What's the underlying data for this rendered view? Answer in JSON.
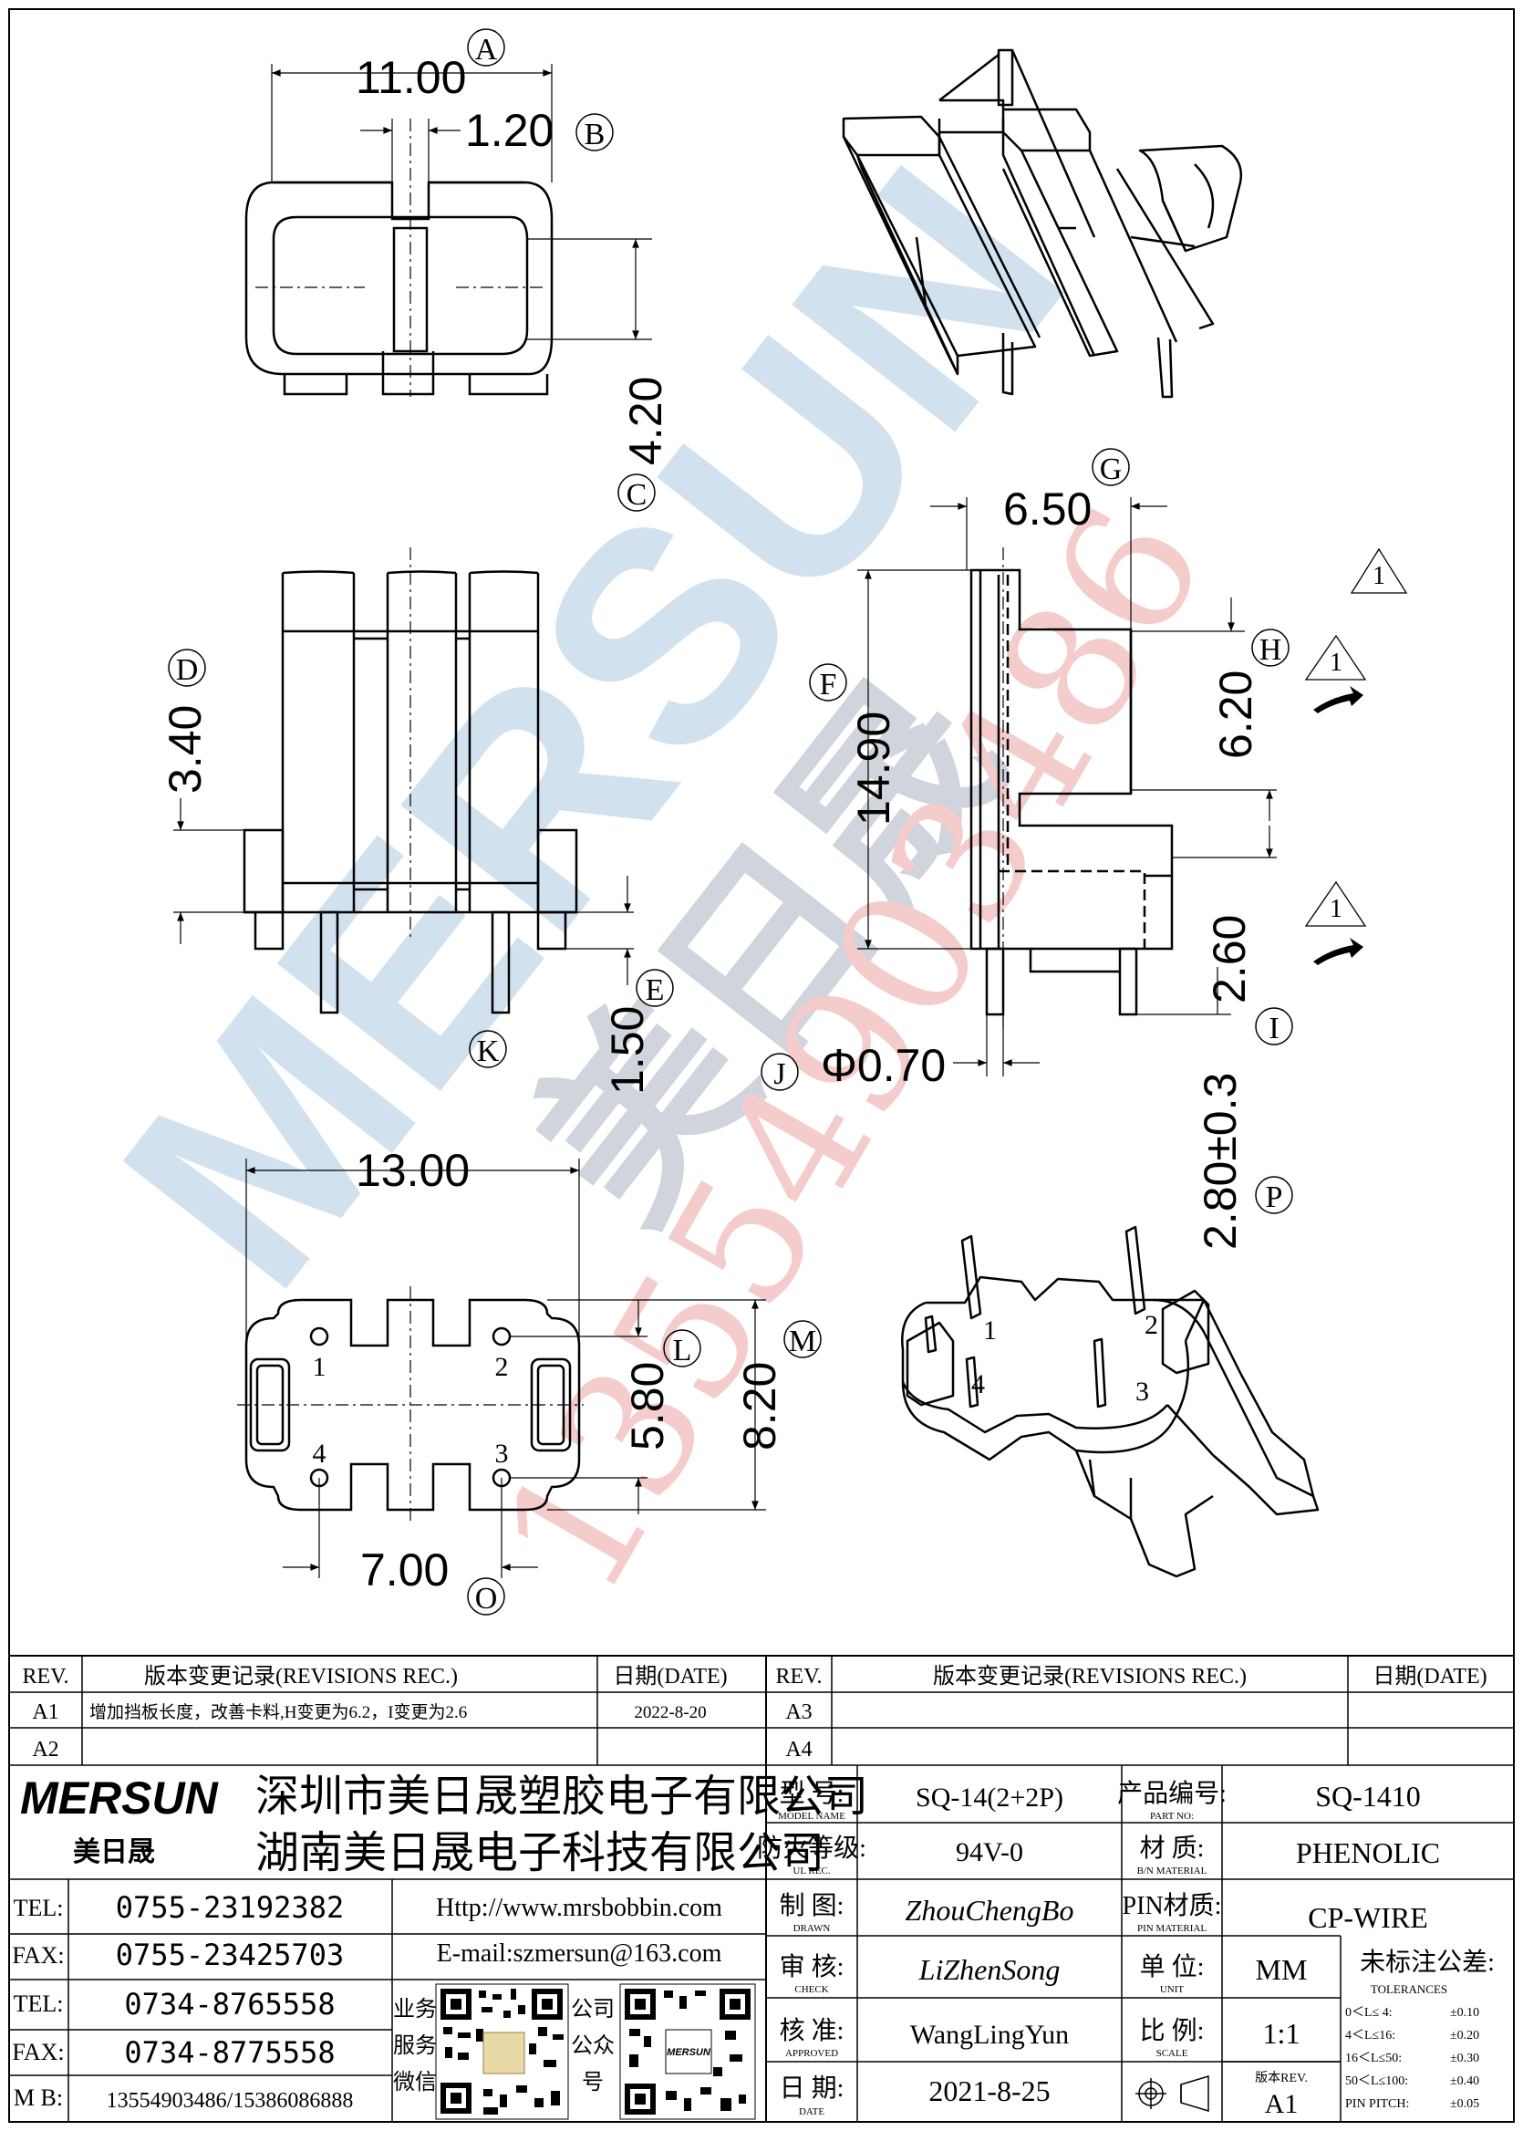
{
  "dimensions": {
    "A": {
      "value": "11.00",
      "tag": "A"
    },
    "B": {
      "value": "1.20",
      "tag": "B"
    },
    "C": {
      "value": "4.20",
      "tag": "C"
    },
    "D": {
      "value": "3.40",
      "tag": "D"
    },
    "E": {
      "value": "1.50",
      "tag": "E"
    },
    "F": {
      "value": "14.90",
      "tag": "F"
    },
    "G": {
      "value": "6.50",
      "tag": "G"
    },
    "H": {
      "value": "6.20",
      "tag": "H"
    },
    "I": {
      "value": "2.60",
      "tag": "I"
    },
    "J": {
      "value": "Φ0.70",
      "tag": "J"
    },
    "K": {
      "value": "13.00",
      "tag": "K"
    },
    "L": {
      "value": "5.80",
      "tag": "L"
    },
    "M": {
      "value": "8.20",
      "tag": "M"
    },
    "O": {
      "value": "7.00",
      "tag": "O"
    },
    "P": {
      "value": "2.80±0.3",
      "tag": "P"
    }
  },
  "rev_triangle": "1",
  "pins": [
    "1",
    "2",
    "3",
    "4"
  ],
  "watermark": {
    "brand": "MERSUN",
    "cn": "美日晟",
    "phone": "13554903486"
  },
  "revisions_left": {
    "h_rev": "REV.",
    "h_rec": "版本变更记录(REVISIONS REC.)",
    "h_date": "日期(DATE)",
    "rows": [
      {
        "rev": "A1",
        "rec": "增加挡板长度，改善卡料,H变更为6.2，I变更为2.6",
        "date": "2022-8-20"
      },
      {
        "rev": "A2",
        "rec": "",
        "date": ""
      }
    ]
  },
  "revisions_right": {
    "h_rev": "REV.",
    "h_rec": "版本变更记录(REVISIONS REC.)",
    "h_date": "日期(DATE)",
    "rows": [
      {
        "rev": "A3",
        "rec": "",
        "date": ""
      },
      {
        "rev": "A4",
        "rec": "",
        "date": ""
      }
    ]
  },
  "company": {
    "logo": "MERSUN",
    "logo_cn": "美日晟",
    "name1": "深圳市美日晟塑胶电子有限公司",
    "name2": "湖南美日晟电子科技有限公司"
  },
  "contacts": [
    {
      "label": "TEL:",
      "value": "0755-23192382"
    },
    {
      "label": "FAX:",
      "value": "0755-23425703"
    },
    {
      "label": "TEL:",
      "value": "0734-8765558"
    },
    {
      "label": "FAX:",
      "value": "0734-8775558"
    },
    {
      "label": "M B:",
      "value": "13554903486/15386086888"
    }
  ],
  "web": "Http://www.mrsbobbin.com",
  "email": "E-mail:szmersun@163.com",
  "qr1_label": [
    "业务",
    "服务",
    "微信"
  ],
  "qr2_label": [
    "公司",
    "公众",
    "号"
  ],
  "title_block": {
    "model_cn": "型  号:",
    "model_en": "MODEL NAME",
    "model": "SQ-14(2+2P)",
    "part_cn": "产品编号:",
    "part_en": "PART NO:",
    "part": "SQ-1410",
    "ul_cn": "防火等级:",
    "ul_en": "UL REC.",
    "ul": "94V-0",
    "mat_cn": "材  质:",
    "mat_en": "B/N MATERIAL",
    "mat": "PHENOLIC",
    "drawn_cn": "制  图:",
    "drawn_en": "DRAWN",
    "drawn": "ZhouChengBo",
    "pinmat_cn": "PIN材质:",
    "pinmat_en": "PIN MATERIAL",
    "pinmat": "CP-WIRE",
    "check_cn": "审  核:",
    "check_en": "CHECK",
    "check": "LiZhenSong",
    "unit_cn": "单  位:",
    "unit_en": "UNIT",
    "unit": "MM",
    "tol_cn": "未标注公差:",
    "tol_en": "TOLERANCES",
    "appr_cn": "核  准:",
    "appr_en": "APPROVED",
    "appr": "WangLingYun",
    "scale_cn": "比  例:",
    "scale_en": "SCALE",
    "scale": "1:1",
    "date_cn": "日  期:",
    "date_en": "DATE",
    "date": "2021-8-25",
    "ver_cn": "版本REV.",
    "ver": "A1",
    "tolerances": [
      {
        "range": "0＜L≤ 4:",
        "val": "±0.10"
      },
      {
        "range": "4＜L≤16:",
        "val": "±0.20"
      },
      {
        "range": "16＜L≤50:",
        "val": "±0.30"
      },
      {
        "range": "50＜L≤100:",
        "val": "±0.40"
      },
      {
        "range": "PIN PITCH:",
        "val": "±0.05"
      }
    ]
  }
}
